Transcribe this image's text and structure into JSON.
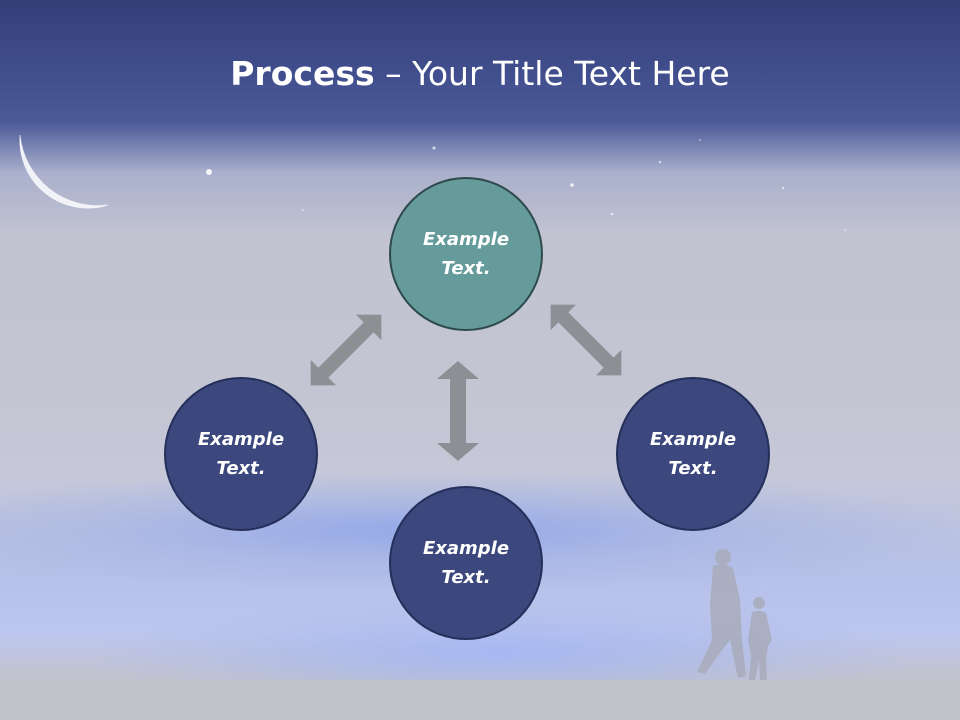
{
  "title": {
    "bold": "Process",
    "rest": " – Your Title Text Here"
  },
  "nodes": [
    {
      "label": "Example Text."
    },
    {
      "label": "Example Text."
    },
    {
      "label": "Example Text."
    },
    {
      "label": "Example Text."
    }
  ],
  "colors": {
    "top_node": "#659b9a",
    "other_nodes": "#3b477d",
    "arrows": "#8e8f94",
    "header": "#414e8d"
  }
}
